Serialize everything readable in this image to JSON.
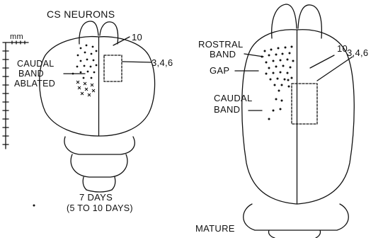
{
  "figure": {
    "title": "CS NEURONS",
    "scale_label": "mm",
    "left_brain": {
      "area_10": "10",
      "area_346": "3,4,6",
      "caudal_band_ablated": [
        "CAUDAL",
        "BAND",
        "ABLATED"
      ],
      "age": "7 DAYS",
      "age_range": "(5 TO 10 DAYS)"
    },
    "right_brain": {
      "rostral_band": [
        "ROSTRAL",
        "BAND"
      ],
      "gap": "GAP",
      "area_10": "10",
      "area_346": "3,4,6",
      "caudal_band": [
        "CAUDAL",
        "BAND"
      ],
      "age": "MATURE"
    }
  }
}
